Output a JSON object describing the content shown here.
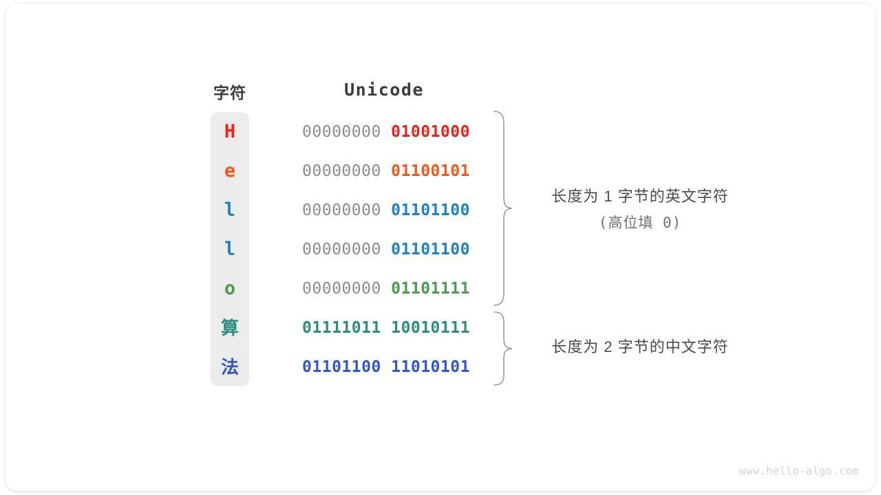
{
  "figure": {
    "headers": {
      "char": "字符",
      "unicode": "Unicode"
    },
    "rows": [
      {
        "char": "H",
        "script": "latin",
        "high": "00000000",
        "low": "01001000",
        "color": "#e8231b"
      },
      {
        "char": "e",
        "script": "latin",
        "high": "00000000",
        "low": "01100101",
        "color": "#f1591b"
      },
      {
        "char": "l",
        "script": "latin",
        "high": "00000000",
        "low": "01101100",
        "color": "#1e81c4"
      },
      {
        "char": "l",
        "script": "latin",
        "high": "00000000",
        "low": "01101100",
        "color": "#1e81c4"
      },
      {
        "char": "o",
        "script": "latin",
        "high": "00000000",
        "low": "01101111",
        "color": "#4a9c4e"
      },
      {
        "char": "算",
        "script": "cjk",
        "high": "01111011",
        "low": "10010111",
        "color": "#2c8d7e"
      },
      {
        "char": "法",
        "script": "cjk",
        "high": "01101100",
        "low": "11010101",
        "color": "#3355cc"
      }
    ],
    "annotations": [
      {
        "line1": "长度为 1 字节的英文字符",
        "line2": "(高位填 0)"
      },
      {
        "line1": "长度为 2 字节的中文字符",
        "line2": ""
      }
    ],
    "watermark": "www.hello-algo.com",
    "colors": {
      "panel_background": "#ebebeb",
      "high_bits": "#8c8c8c",
      "brace": "#9b9b9b",
      "annotation_text": "#4a4a4a",
      "header_text": "#3b3b3b",
      "watermark_text": "#d2d2d2"
    }
  }
}
